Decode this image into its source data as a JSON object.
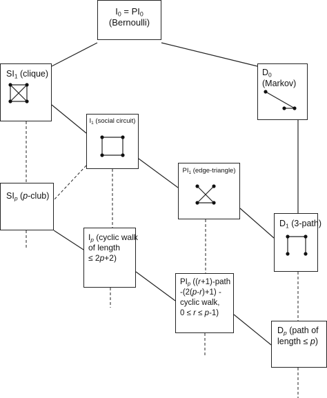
{
  "colors": {
    "edge": "#222222",
    "node_border": "#222222",
    "node_fill": "#ffffff",
    "vertex": "#111111"
  },
  "nodes": {
    "i0": {
      "line1": {
        "a": "I",
        "a_sub": "0",
        "b": " = PI",
        "b_sub": "0"
      },
      "line2": "(Bernoulli)"
    },
    "si1": {
      "base": "SI",
      "sub": "1",
      "rest": " (clique)",
      "graph_icon": "complete-graph-k4-icon"
    },
    "d0": {
      "line1": {
        "base": "D",
        "sub": "0"
      },
      "line2": "(Markov)",
      "graph_icon": "two-star-icon"
    },
    "i1": {
      "base": "I",
      "sub": "1",
      "rest": " (social circuit)",
      "graph_icon": "four-cycle-icon"
    },
    "pi1": {
      "base": "PI",
      "sub": "1",
      "rest": " (edge-triangle)",
      "graph_icon": "edge-triangle-icon"
    },
    "sip": {
      "base": "SI",
      "sub": "p",
      "rest": " (",
      "ital": "p",
      "tail": "-club)"
    },
    "ip": {
      "line1": {
        "base": "I",
        "sub": "p",
        "rest": " (cyclic walk"
      },
      "line2": "of length",
      "line3": {
        "pre": "≤ 2",
        "ital": "p",
        "post": "+2)"
      }
    },
    "d1": {
      "base": "D",
      "sub": "1",
      "rest": " (3-path)",
      "graph_icon": "three-path-icon"
    },
    "pip": {
      "line1": {
        "base": "PI",
        "sub": "p",
        "pre": " ((",
        "ital": "r",
        "post": "+1)-path"
      },
      "line2": {
        "pre": "-(2(",
        "ital1": "p",
        "mid": "-",
        "ital2": "r",
        "post": ")+1) -"
      },
      "line3": "cyclic walk,",
      "line4": {
        "pre": "0 ≤ ",
        "ital1": "r",
        "mid": " ≤ ",
        "ital2": "p",
        "post": "-1)"
      }
    },
    "dp": {
      "line1": {
        "base": "D",
        "sub": "p",
        "rest": " (path of"
      },
      "line2": {
        "pre": "length ≤ ",
        "ital": "p",
        "post": ")"
      }
    }
  }
}
